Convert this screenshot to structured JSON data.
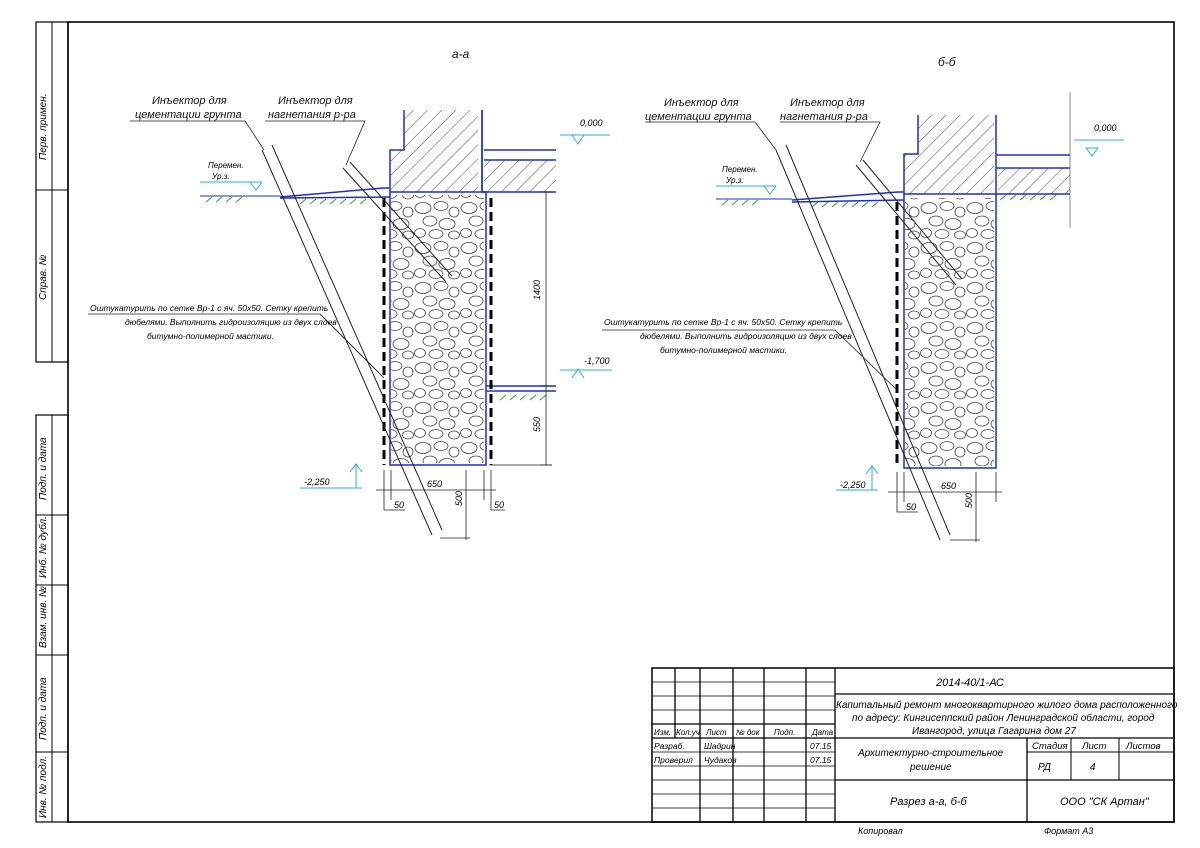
{
  "sheet": {
    "side_stamp": {
      "perv_primen": "Перв. примен.",
      "sprav_no": "Справ. №",
      "podp_data_1": "Подп. и дата",
      "inv_dubl": "Инб. № дубл.",
      "vzam_inv": "Взам. инв. №",
      "podp_data_2": "Подп. и дата",
      "inv_podl": "Инв. № подл."
    },
    "footer": {
      "kopiroval": "Копировал",
      "format": "Формат А3"
    }
  },
  "section_a": {
    "title": "а-а",
    "label_injector_soil_1": "Инъектор для",
    "label_injector_soil_2": "цементации грунта",
    "label_injector_pump_1": "Инъектор для",
    "label_injector_pump_2": "нагнетания р-ра",
    "level_top": "0,000",
    "level_mid": "-1,700",
    "level_bottom": "-2,250",
    "water_1": "Перемен.",
    "water_2": "Ур.з.",
    "note_1": "Оштукатурить по сетке Вр-1 с яч. 50х50. Сетку крепить",
    "note_2": "дюбелями. Выполнить гидроизоляцию из двух слоев",
    "note_3": "битумно-полимерной мастики.",
    "dim_1400": "1400",
    "dim_550": "550",
    "dim_650": "650",
    "dim_500": "500",
    "dim_50_left": "50",
    "dim_50_right": "50"
  },
  "section_b": {
    "title": "б-б",
    "label_injector_soil_1": "Инъектор для",
    "label_injector_soil_2": "цементации грунта",
    "label_injector_pump_1": "Инъектор для",
    "label_injector_pump_2": "нагнетания р-ра",
    "level_top": "0,000",
    "level_bottom": "-2,250",
    "water_1": "Перемен.",
    "water_2": "Ур.з.",
    "note_1": "Оштукатурить по сетке Вр-1 с яч. 50х50. Сетку крепить",
    "note_2": "дюбелями. Выполнить гидроизоляцию из двух слоев",
    "note_3": "битумно-полимерной мастики.",
    "dim_650": "650",
    "dim_500": "500",
    "dim_50": "50"
  },
  "title_block": {
    "doc_code": "2014-40/1-АС",
    "project_1": "Капитальный ремонт многоквартирного жилого дома расположенного",
    "project_2": "по адресу: Кингисеппский район Ленинградской области, город",
    "project_3": "Ивангород, улица Гагарина дом 27",
    "headers": {
      "izm": "Изм.",
      "kol": "Кол.уч",
      "list": "Лист",
      "ndok": "№ док",
      "podp": "Подп.",
      "data": "Дата"
    },
    "row1": {
      "role": "Разраб.",
      "name": "Шадрин",
      "date": "07.15"
    },
    "row2": {
      "role": "Проверил",
      "name": "Чудаков",
      "date": "07.15"
    },
    "section_name_1": "Архитектурно-строительное",
    "section_name_2": "решение",
    "stadia_label": "Стадия",
    "list_label": "Лист",
    "listov_label": "Листов",
    "stadia": "РД",
    "sheet_no": "4",
    "sheet_title": "Разрез а-а, б-б",
    "company": "ООО \"СК Артан\""
  }
}
